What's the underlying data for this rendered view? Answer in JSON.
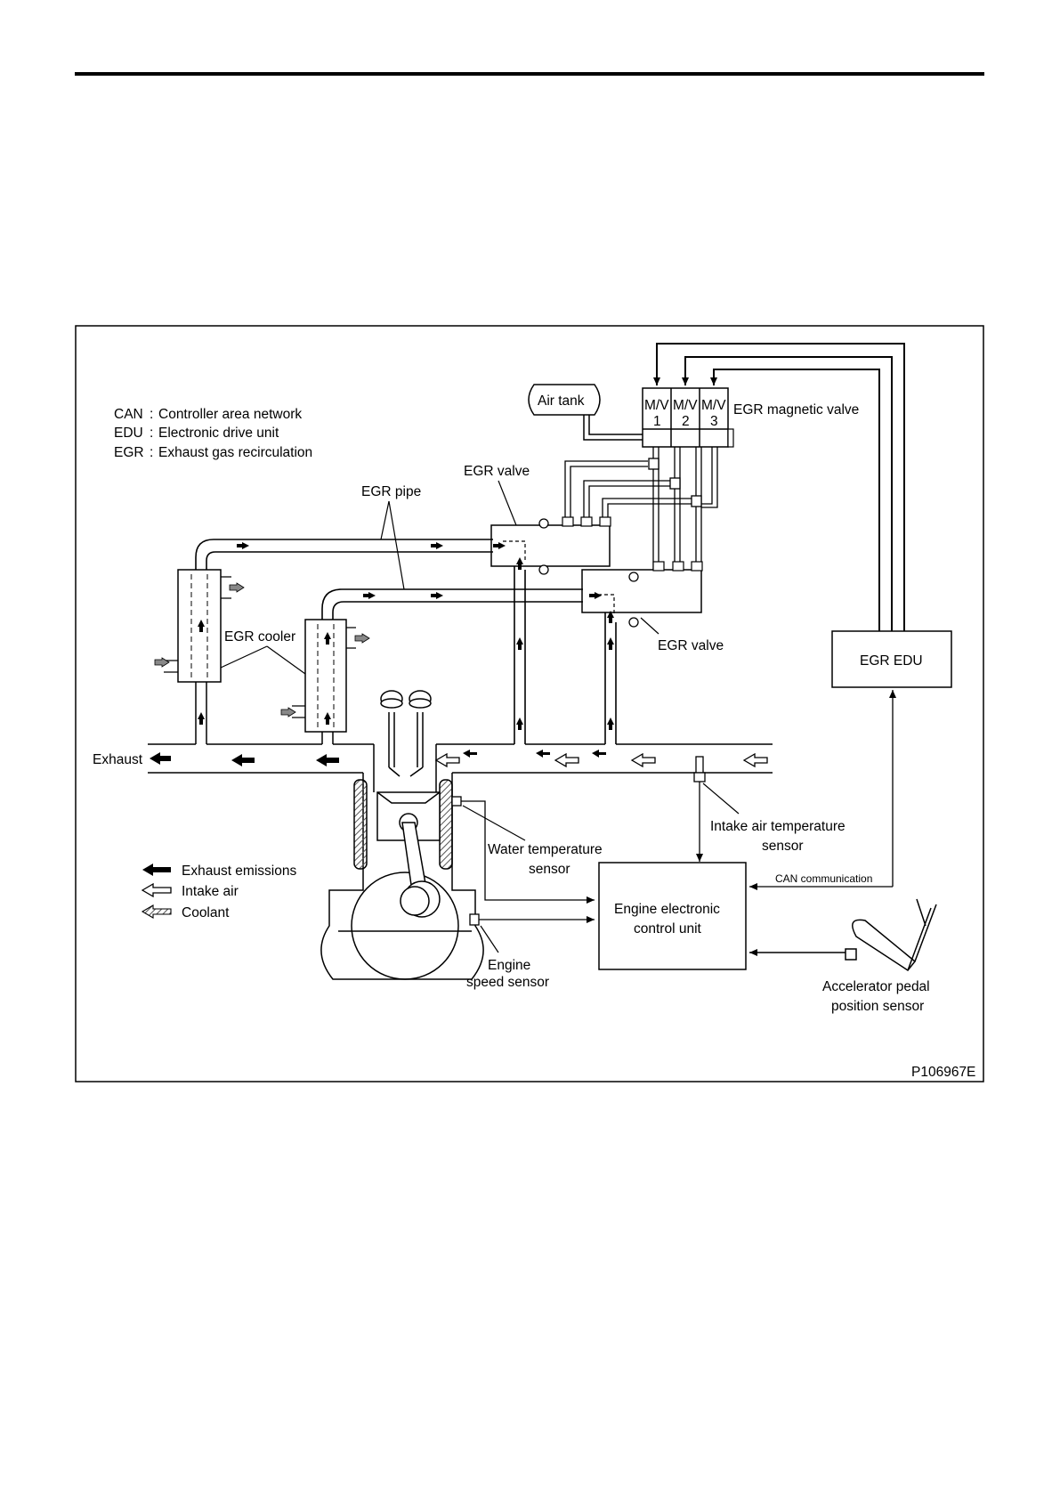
{
  "abbreviations": [
    {
      "abbr": "CAN",
      "meaning": "Controller area network"
    },
    {
      "abbr": "EDU",
      "meaning": "Electronic drive unit"
    },
    {
      "abbr": "EGR",
      "meaning": "Exhaust gas recirculation"
    }
  ],
  "labels": {
    "air_tank": "Air tank",
    "mv1_top": "M/V",
    "mv1_num": "1",
    "mv2_top": "M/V",
    "mv2_num": "2",
    "mv3_top": "M/V",
    "mv3_num": "3",
    "egr_magnetic_valve": "EGR magnetic valve",
    "egr_valve_upper": "EGR valve",
    "egr_valve_lower": "EGR valve",
    "egr_pipe": "EGR pipe",
    "egr_cooler": "EGR cooler",
    "egr_edu": "EGR EDU",
    "exhaust": "Exhaust",
    "intake_sensor_l1": "Intake air temperature",
    "intake_sensor_l2": "sensor",
    "water_sensor_l1": "Water temperature",
    "water_sensor_l2": "sensor",
    "can_comm": "CAN communication",
    "ecu_l1": "Engine electronic",
    "ecu_l2": "control unit",
    "speed_sensor_l1": "Engine",
    "speed_sensor_l2": "speed sensor",
    "pedal_l1": "Accelerator pedal",
    "pedal_l2": "position sensor",
    "figure_id": "P106967E"
  },
  "legend": [
    {
      "key": "exhaust",
      "label": "Exhaust emissions"
    },
    {
      "key": "intake",
      "label": "Intake air"
    },
    {
      "key": "coolant",
      "label": "Coolant"
    }
  ],
  "colors": {
    "line": "#000000",
    "coolant_arrow": "#888888",
    "hatch": "#555555"
  }
}
